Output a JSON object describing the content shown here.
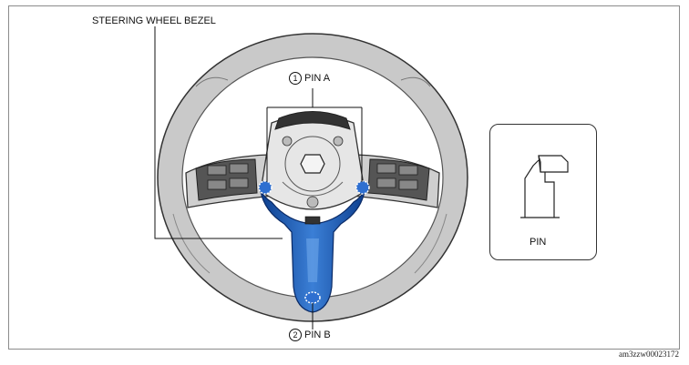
{
  "labels": {
    "bezel": "STEERING WHEEL BEZEL",
    "pin_a_number": "1",
    "pin_a": "PIN A",
    "pin_b_number": "2",
    "pin_b": "PIN B",
    "inset": "PIN"
  },
  "doc_id": "am3zzw00023172",
  "colors": {
    "bezel_blue": "#1f5fb8",
    "wheel_gray": "#c9c9c9",
    "outline": "#333333"
  }
}
